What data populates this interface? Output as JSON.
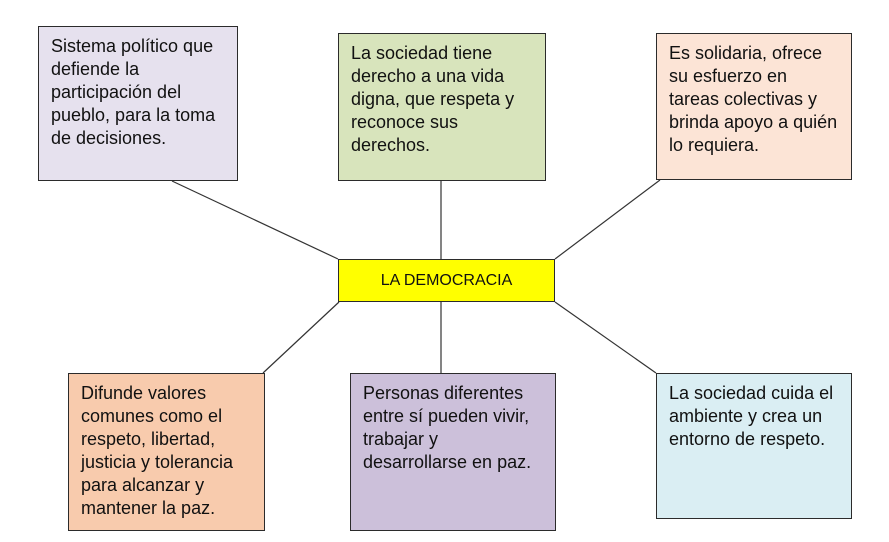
{
  "center": {
    "label": "LA DEMOCRACIA",
    "color": "#ffff00"
  },
  "boxes": [
    {
      "text": "Sistema político que defiende la participación del pueblo, para la toma de decisiones.",
      "color": "#e6e1ee"
    },
    {
      "text": "La sociedad tiene derecho a una vida digna, que respeta y reconoce sus derechos.",
      "color": "#d8e4bc"
    },
    {
      "text": "Es solidaria, ofrece su esfuerzo en tareas colectivas y brinda apoyo a quién lo requiera.",
      "color": "#fce4d6"
    },
    {
      "text": "Difunde valores comunes como el respeto, libertad, justicia y tolerancia para alcanzar y mantener la paz.",
      "color": "#f8cbad"
    },
    {
      "text": "Personas diferentes entre sí pueden vivir, trabajar y desarrollarse en paz.",
      "color": "#ccc0da"
    },
    {
      "text": "La sociedad cuida el ambiente y crea un entorno de respeto.",
      "color": "#daeef3"
    }
  ]
}
